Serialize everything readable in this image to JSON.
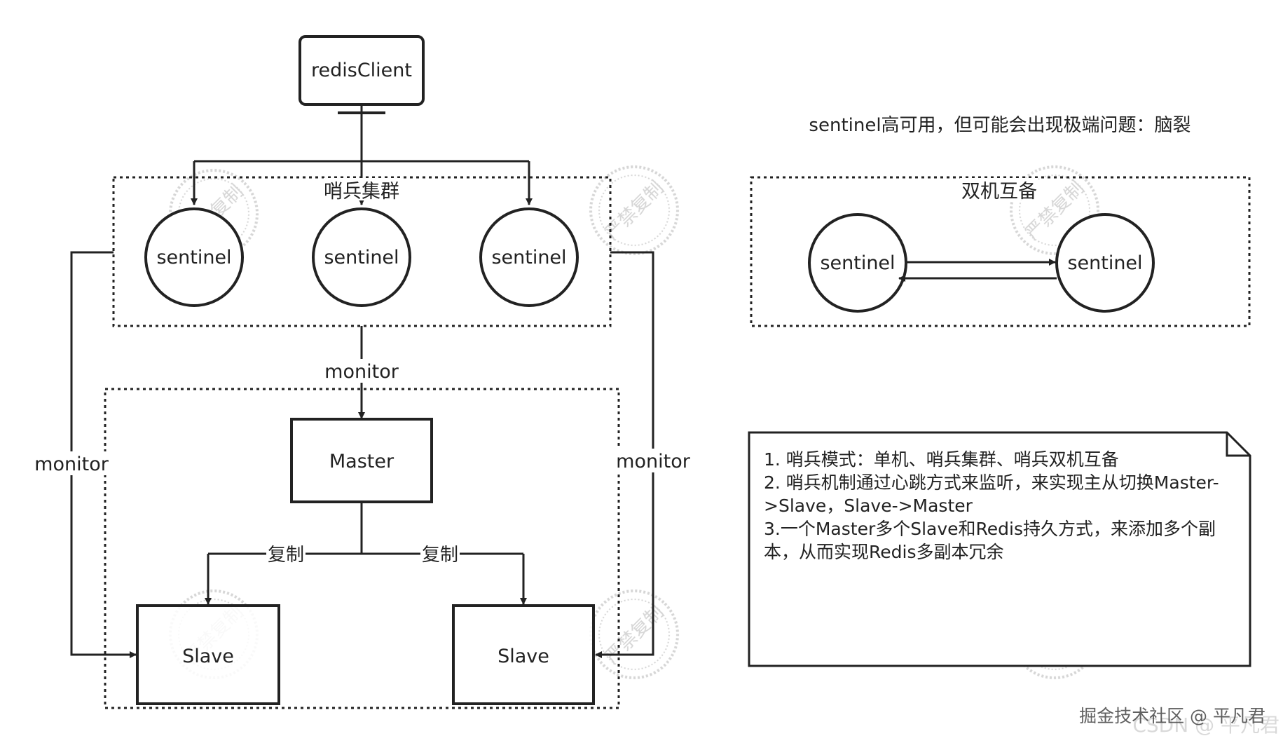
{
  "client": {
    "label": "redisClient"
  },
  "cluster": {
    "title": "哨兵集群",
    "sentinels": [
      "sentinel",
      "sentinel",
      "sentinel"
    ]
  },
  "replication": {
    "master_label": "Master",
    "slave_left_label": "Slave",
    "slave_right_label": "Slave",
    "copy_left_label": "复制",
    "copy_right_label": "复制"
  },
  "monitor": {
    "center_label": "monitor",
    "left_label": "monitor",
    "right_label": "monitor"
  },
  "ha": {
    "heading": "sentinel高可用，但可能会出现极端问题：脑裂",
    "box_title": "双机互备",
    "left_sentinel": "sentinel",
    "right_sentinel": "sentinel"
  },
  "note": {
    "lines": [
      "1. 哨兵模式：单机、哨兵集群、哨兵双机互备",
      "2. 哨兵机制通过心跳方式来监听，来实现主从切换Master-",
      ">Slave，Slave->Master",
      "3.一个Master多个Slave和Redis持久方式，来添加多个副",
      "本，从而实现Redis多副本冗余"
    ]
  },
  "watermark": {
    "stamp_text": "严禁复制",
    "footer_front": "掘金技术社区 @ 平凡君",
    "footer_back": "CSDN @ 平凡君"
  },
  "colors": {
    "line": "#222222",
    "stamp": "#b4b4b4",
    "background": "#ffffff"
  }
}
